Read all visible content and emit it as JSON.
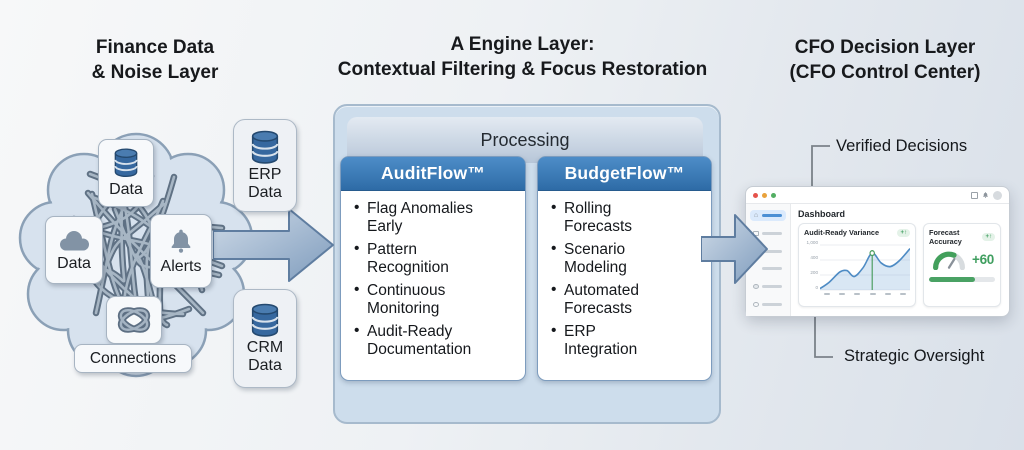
{
  "colors": {
    "accent_blue": "#3578b5",
    "steel_arrow": "#7f9cbd",
    "panel_light_blue": "#cdddec",
    "status_green": "#3f9e5f",
    "chart_line_blue": "#4e8bc4",
    "window_dot_red": "#e5534b",
    "window_dot_yellow": "#e9a23c",
    "window_dot_green": "#53ae63"
  },
  "headers": {
    "finance": {
      "line1": "Finance Data",
      "line2": "& Noise Layer"
    },
    "engine": {
      "line1": "A Engine Layer:",
      "line2": "Contextual Filtering & Focus Restoration"
    },
    "cfo": {
      "line1": "CFO Decision Layer",
      "line2": "(CFO Control Center)"
    }
  },
  "noise": {
    "card_data_top": "Data",
    "card_data_cloud": "Data",
    "card_alerts": "Alerts",
    "card_connections": "Connections",
    "card_erp": {
      "line1": "ERP",
      "line2": "Data"
    },
    "card_crm": {
      "line1": "CRM",
      "line2": "Data"
    }
  },
  "processing": {
    "title": "Processing",
    "modules": [
      {
        "name": "AuditFlow™",
        "items": [
          "Flag Anomalies Early",
          "Pattern Recognition",
          "Continuous Monitoring",
          "Audit-Ready Documentation"
        ]
      },
      {
        "name": "BudgetFlow™",
        "items": [
          "Rolling Forecasts",
          "Scenario Modeling",
          "Automated Forecasts",
          "ERP Integration"
        ]
      }
    ]
  },
  "decision": {
    "label_top": "Verified Decisions",
    "label_bottom": "Strategic Oversight",
    "window": {
      "title": "Dashboard",
      "cards": [
        {
          "title": "Audit-Ready Variance",
          "badge": "+↑",
          "chart_data": {
            "type": "area",
            "title": "Audit-Ready Variance",
            "y_ticks": [
              "1,000",
              "400",
              "200",
              "0"
            ],
            "ylim": [
              0,
              1000
            ],
            "x_tick_count": 6,
            "points": [
              [
                0,
                30
              ],
              [
                10,
                170
              ],
              [
                22,
                400
              ],
              [
                30,
                430
              ],
              [
                38,
                300
              ],
              [
                48,
                500
              ],
              [
                58,
                820
              ],
              [
                68,
                600
              ],
              [
                78,
                520
              ],
              [
                88,
                650
              ],
              [
                100,
                920
              ]
            ],
            "marker_point": [
              58,
              820
            ],
            "highlight_x": 58
          }
        },
        {
          "title": "Forecast Accuracy",
          "badge": "+↑",
          "value": "+60",
          "gauge_fraction": 0.62,
          "progress_fraction": 0.7
        }
      ]
    }
  }
}
